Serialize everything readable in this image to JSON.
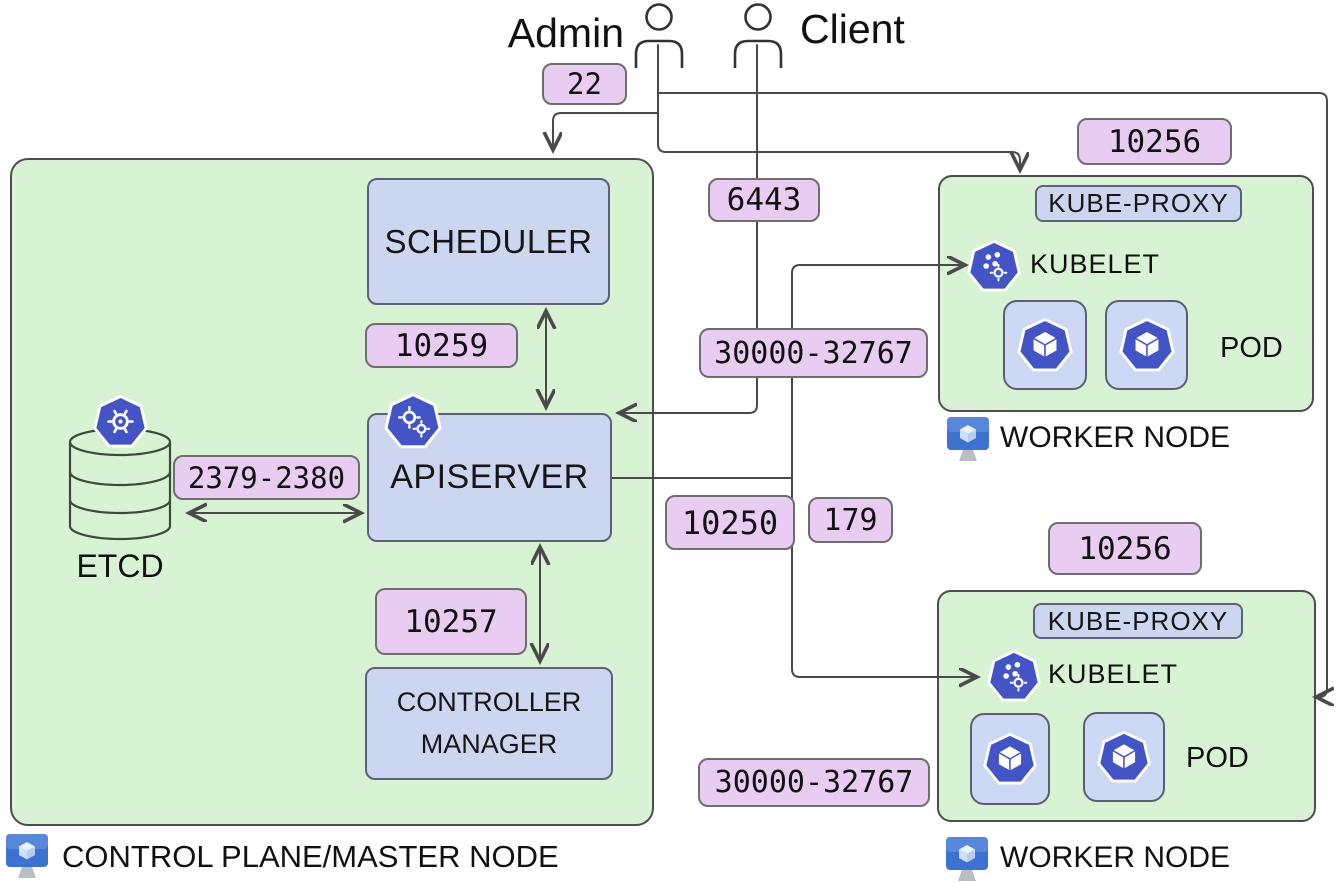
{
  "actors": {
    "admin": "Admin",
    "client": "Client"
  },
  "ports": {
    "ssh": "22",
    "apiserver": "6443",
    "scheduler": "10259",
    "etcd": "2379-2380",
    "controller_manager": "10257",
    "kubelet": "10250",
    "bgp": "179",
    "nodeport_worker1": "30000-32767",
    "nodeport_worker2": "30000-32767",
    "kubeproxy_worker1": "10256",
    "kubeproxy_worker2": "10256"
  },
  "control_plane": {
    "label": "CONTROL PLANE/MASTER NODE",
    "scheduler": "SCHEDULER",
    "apiserver": "APISERVER",
    "controller_manager": "CONTROLLER MANAGER",
    "etcd": "ETCD"
  },
  "workers": {
    "worker1": {
      "label": "WORKER NODE",
      "kube_proxy": "KUBE-PROXY",
      "kubelet": "KUBELET",
      "pod": "POD"
    },
    "worker2": {
      "label": "WORKER NODE",
      "kube_proxy": "KUBE-PROXY",
      "kubelet": "KUBELET",
      "pod": "POD"
    }
  },
  "icons": {
    "kubernetes": "kubernetes-heptagon",
    "pod": "pod-cube-heptagon",
    "person": "person-outline",
    "node": "monitor-node"
  },
  "colors": {
    "node_fill": "#d8f3d3",
    "component_fill": "#cdd6f0",
    "port_badge_fill": "#e9ccf2",
    "kubernetes_indigo": "#4355c5",
    "line": "#4a4a4a",
    "monitor_blue": "#3e72d2"
  }
}
